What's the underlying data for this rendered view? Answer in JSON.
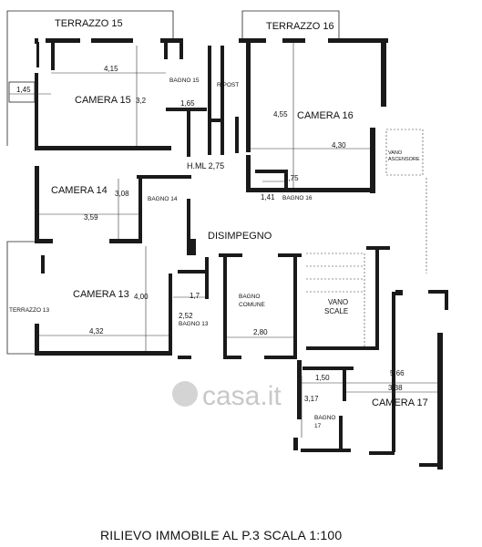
{
  "rooms": {
    "terrazzo15": "TERRAZZO 15",
    "terrazzo16": "TERRAZZO 16",
    "terrazzo13": "TERRAZZO 13",
    "camera15": "CAMERA 15",
    "camera16": "CAMERA 16",
    "camera14": "CAMERA 14",
    "camera13": "CAMERA 13",
    "camera17": "CAMERA 17",
    "bagno15": "BAGNO 15",
    "bagno16": "BAGNO 16",
    "bagno14": "BAGNO 14",
    "bagno13": "BAGNO 13",
    "bagno17_a": "BAGNO",
    "bagno17_b": "17",
    "bagno_comune_a": "BAGNO",
    "bagno_comune_b": "COMUNE",
    "riposto": "RIPOST",
    "disimpegno": "DISIMPEGNO",
    "vano_scale_a": "VANO",
    "vano_scale_b": "SCALE",
    "vano_ascensore_a": "VANO",
    "vano_ascensore_b": "ASCENSORE"
  },
  "dimensions": {
    "d415": "4,15",
    "d32": "3,2",
    "d145": "1,45",
    "d165": "1,65",
    "d455": "4,55",
    "d430": "4,30",
    "d275b": "2,75",
    "d141": "1,41",
    "d308": "3,08",
    "d359": "3,59",
    "d400": "4,00",
    "d17": "1,7",
    "d252": "2,52",
    "d432": "4,32",
    "d280": "2,80",
    "d150": "1,50",
    "d317": "3,17",
    "d566": "5,66",
    "d338": "3,38"
  },
  "hml": "H.ML 2,75",
  "caption": "RILIEVO IMMOBILE AL P.3 SCALA 1:100",
  "watermark": "casa.it"
}
